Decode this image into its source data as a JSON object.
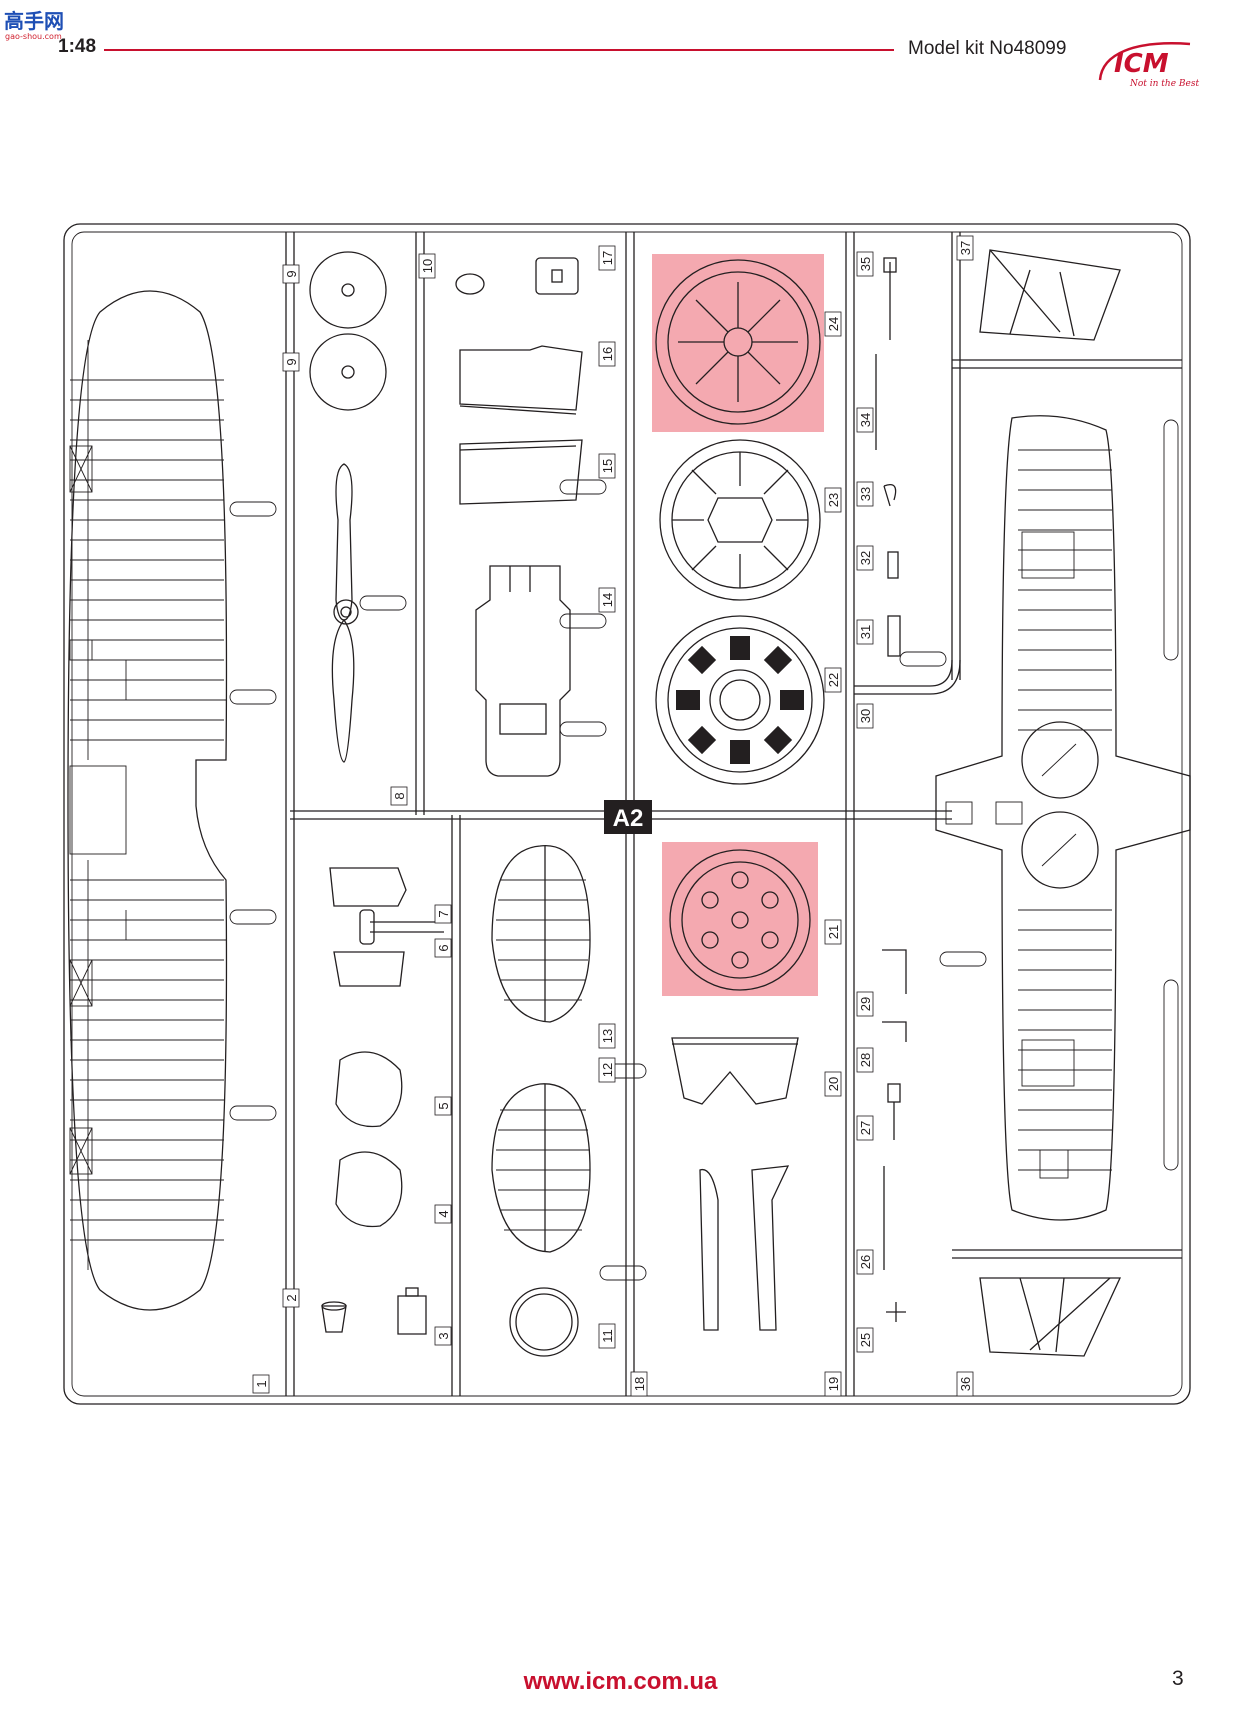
{
  "header": {
    "scale": "1:48",
    "kit_title": "Model kit No48099",
    "brand": "ICM",
    "brand_slogan": "Not in the Best",
    "rule_color": "#c8102e"
  },
  "watermark": {
    "line1": "高手网",
    "line2": "gao-shou.com"
  },
  "sprue": {
    "label": "A2",
    "highlight_color": "#f08c96",
    "part_numbers": [
      "1",
      "2",
      "3",
      "4",
      "5",
      "6",
      "7",
      "8",
      "9",
      "9",
      "10",
      "11",
      "12",
      "13",
      "14",
      "15",
      "16",
      "17",
      "18",
      "19",
      "20",
      "21",
      "22",
      "23",
      "24",
      "25",
      "26",
      "27",
      "28",
      "29",
      "30",
      "31",
      "32",
      "33",
      "34",
      "35",
      "36",
      "37"
    ]
  },
  "footer": {
    "url": "www.icm.com.ua",
    "page_number": "3"
  }
}
